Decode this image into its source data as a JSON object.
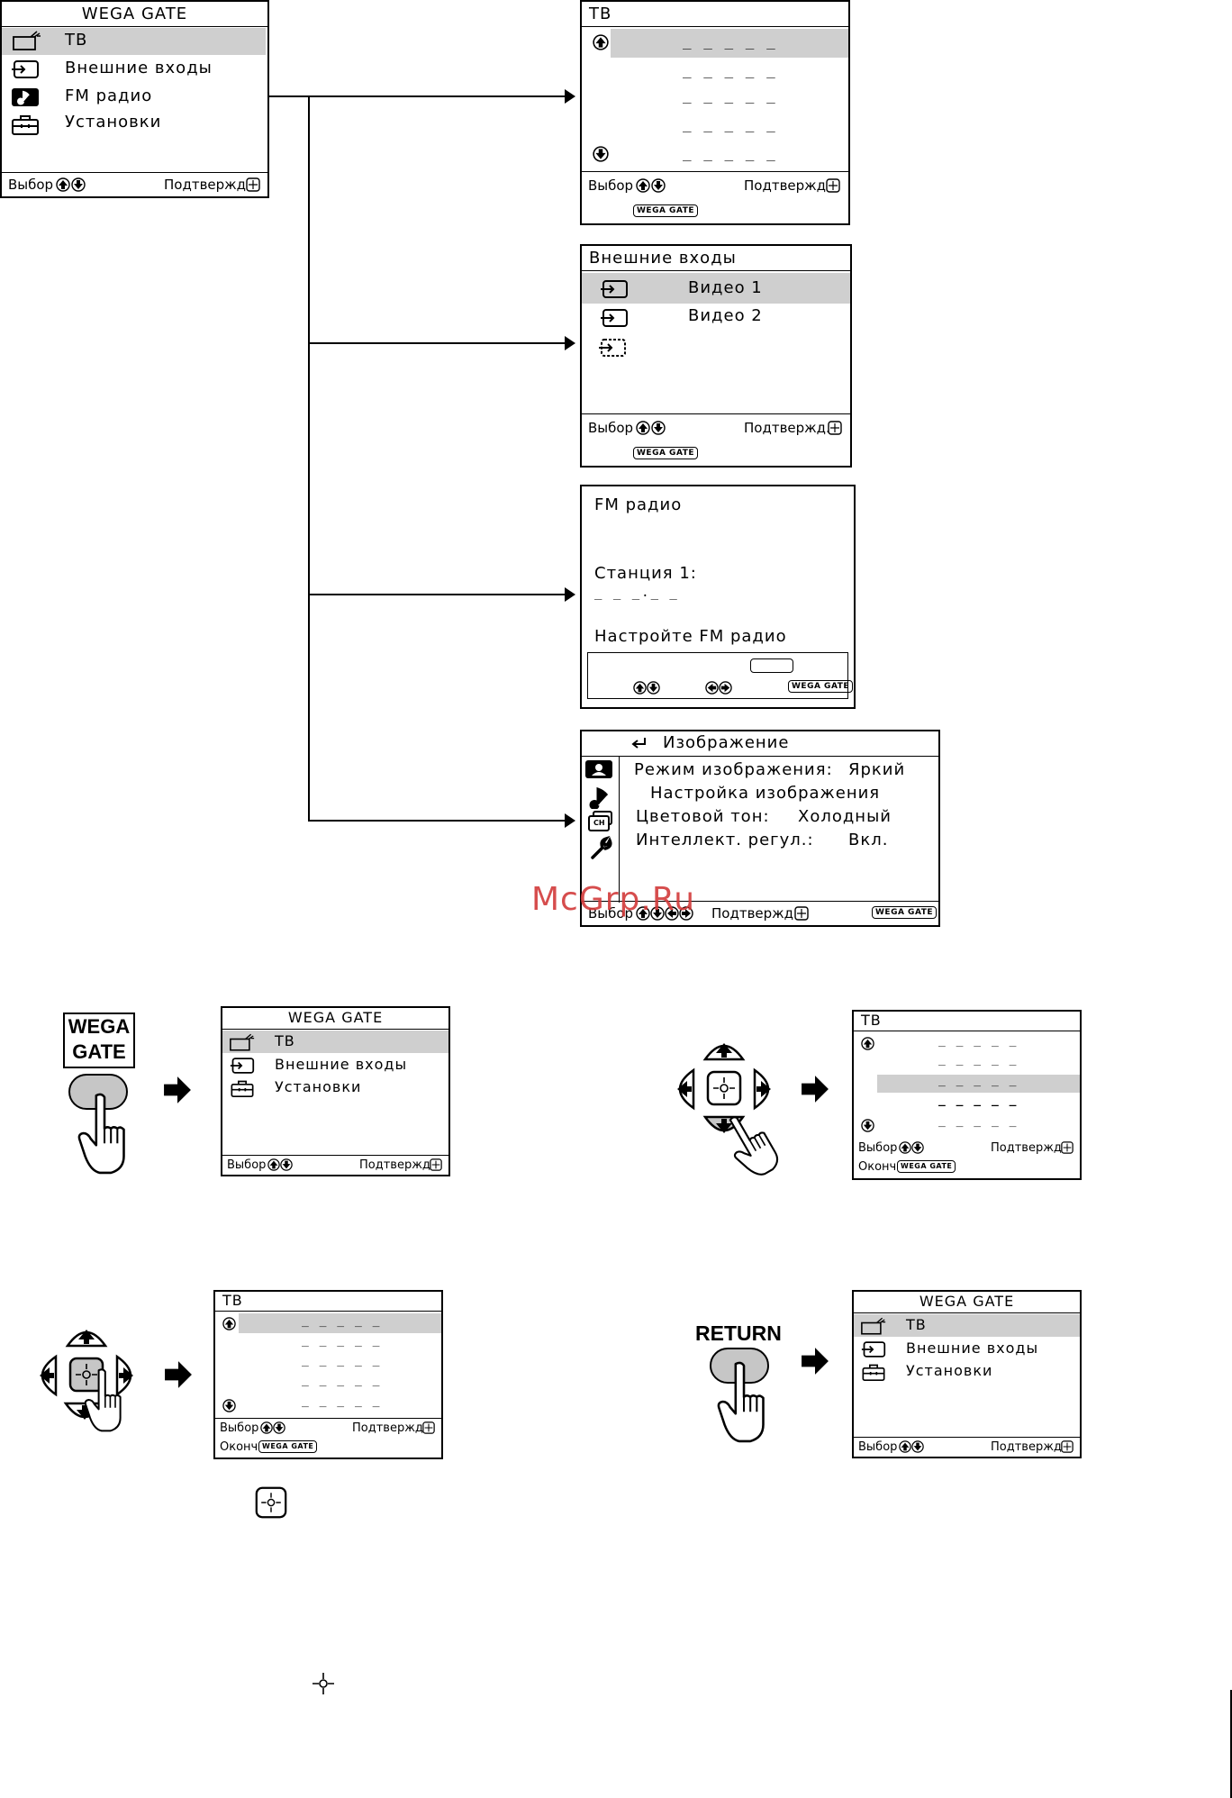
{
  "main_menu": {
    "title": "WEGA GATE",
    "items": [
      "ТВ",
      "Внешние входы",
      "FM радио",
      "Установки"
    ],
    "select": "Выбор",
    "confirm": "Подтвержд."
  },
  "tv_menu": {
    "title": "ТВ",
    "dash": "_ _ _ _ _",
    "select": "Выбор",
    "confirm": "Подтвержд.",
    "end": "Оконч",
    "wega_button": "WEGA GATE"
  },
  "inputs_menu": {
    "title": "Внешние входы",
    "items": [
      "Видео 1",
      "Видео 2"
    ],
    "select": "Выбор",
    "confirm": "Подтвержд.",
    "wega_button": "WEGA GATE"
  },
  "fm_menu": {
    "title": "FM радио",
    "station": "Станция 1:",
    "freq": "_ _ _._ _",
    "hint": "Настройте FM радио",
    "wega_button": "WEGA GATE"
  },
  "picture_menu": {
    "title": "Изображение",
    "rows": [
      {
        "label": "Режим изображения:",
        "value": "Яркий"
      },
      {
        "label": "Настройка изображения",
        "value": ""
      },
      {
        "label": "Цветовой тон:",
        "value": "Холодный"
      },
      {
        "label": "Интеллект. регул.:",
        "value": "Вкл."
      }
    ],
    "select": "Выбор",
    "confirm": "Подтвержд.",
    "wega_button": "WEGA GATE",
    "ch_icon": "CH"
  },
  "short_menu": {
    "title": "WEGA GATE",
    "items": [
      "ТВ",
      "Внешние входы",
      "Установки"
    ],
    "select": "Выбор",
    "confirm": "Подтвержд."
  },
  "buttons": {
    "wega_line1": "WEGA",
    "wega_line2": "GATE",
    "return": "RETURN"
  },
  "watermark": "McGrp.Ru",
  "icons": [
    "tv-icon",
    "input-icon",
    "music-note-icon",
    "toolbox-icon",
    "up-arrow-icon",
    "down-arrow-icon",
    "left-arrow-icon",
    "right-arrow-icon",
    "enter-icon",
    "return-arrow-icon",
    "picture-icon",
    "wrench-icon",
    "hand-icon",
    "arrow-right-icon"
  ]
}
